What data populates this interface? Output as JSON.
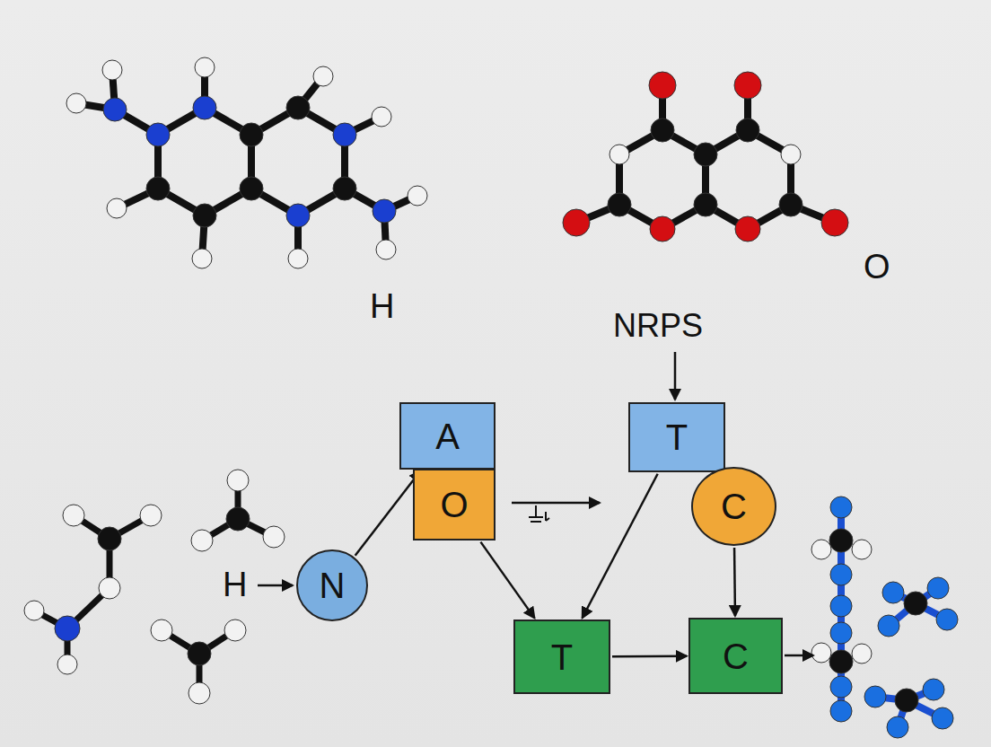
{
  "diagram": {
    "nodes": [
      {
        "text": [
          "N"
        ]
      },
      {
        "text": [
          "A"
        ]
      },
      {
        "text": [
          "O"
        ]
      },
      {
        "text": [
          "T"
        ]
      },
      {
        "text": [
          "C"
        ]
      },
      {
        "text": [
          "T"
        ]
      },
      {
        "text": [
          "C"
        ]
      }
    ],
    "edges": [
      {
        "from": 0,
        "to": 1,
        "arrow": "to"
      },
      {
        "from": 2,
        "to": 5,
        "arrow": "to"
      },
      {
        "from": 3,
        "to": 5,
        "arrow": "to"
      },
      {
        "from": 5,
        "to": 6,
        "arrow": "to"
      },
      {
        "from": 4,
        "to": 6,
        "arrow": "to"
      }
    ],
    "labels": [
      "H",
      "O",
      "NRPS",
      "H"
    ]
  }
}
